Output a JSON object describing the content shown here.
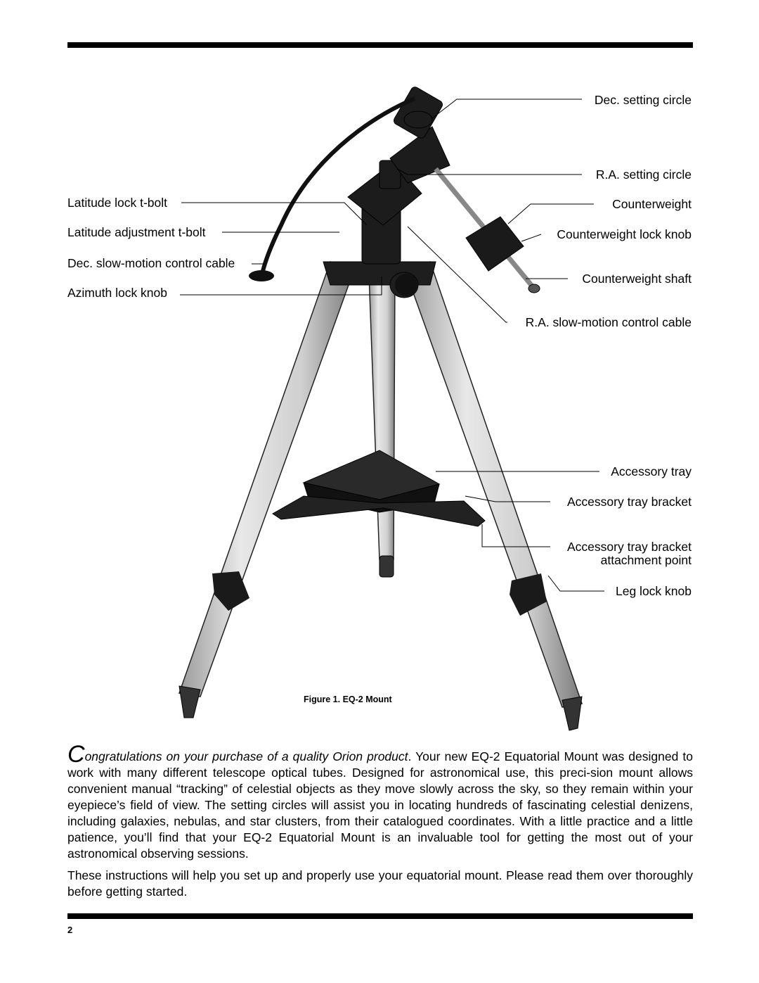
{
  "figure": {
    "caption": "Figure 1. EQ-2 Mount",
    "labels_right": {
      "dec_setting_circle": "Dec. setting circle",
      "ra_setting_circle": "R.A. setting circle",
      "counterweight": "Counterweight",
      "counterweight_lock_knob": "Counterweight lock knob",
      "counterweight_shaft": "Counterweight shaft",
      "ra_slow_motion_cable": "R.A. slow-motion control cable",
      "accessory_tray": "Accessory tray",
      "accessory_tray_bracket": "Accessory tray bracket",
      "bracket_attachment_line1": "Accessory tray bracket",
      "bracket_attachment_line2": "attachment point",
      "leg_lock_knob": "Leg lock knob"
    },
    "labels_left": {
      "latitude_lock_tbolt": "Latitude lock t-bolt",
      "latitude_adjustment_tbolt": "Latitude adjustment t-bolt",
      "dec_slow_motion_cable": "Dec. slow-motion control cable",
      "azimuth_lock_knob": "Azimuth lock knob"
    }
  },
  "body": {
    "dropcap": "C",
    "intro_italic": "ongratulations on your purchase of a quality Orion product",
    "paragraph1_rest": ". Your new EQ-2 Equatorial Mount was designed to work with many different telescope optical tubes. Designed for astronomical use, this preci-sion mount allows convenient manual “tracking” of celestial objects as they move slowly across the sky, so they remain within your eyepiece’s field of view. The setting circles will assist you in locating hundreds of fascinating celestial denizens, including galaxies, nebulas, and star clusters, from their catalogued coordinates. With a little practice and a little patience, you’ll find that your EQ-2 Equatorial Mount is an invaluable tool for getting the most out of your astronomical observing sessions.",
    "paragraph2": "These instructions will help you set up and properly use your equatorial mount. Please read them over thoroughly before getting started."
  },
  "page_number": "2"
}
